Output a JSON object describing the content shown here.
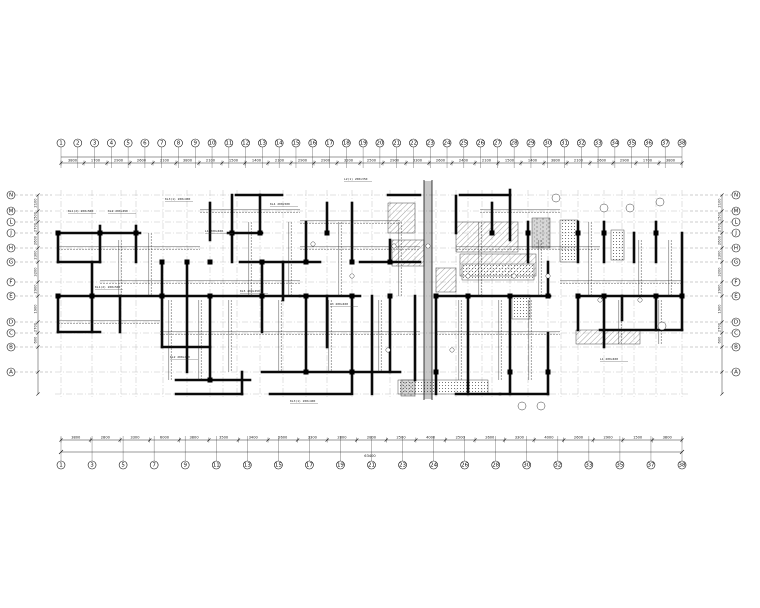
{
  "drawing": {
    "title": "",
    "total_length": "63400"
  },
  "axes_top": [
    "1",
    "2",
    "3",
    "4",
    "5",
    "6",
    "7",
    "8",
    "9",
    "10",
    "11",
    "12",
    "13",
    "14",
    "15",
    "16",
    "17",
    "18",
    "19",
    "20",
    "21",
    "22",
    "23",
    "24",
    "25",
    "26",
    "27",
    "28",
    "29",
    "30",
    "31",
    "32",
    "33",
    "34",
    "35",
    "36",
    "37",
    "38"
  ],
  "axes_bottom": [
    "1",
    "3",
    "5",
    "7",
    "9",
    "11",
    "13",
    "15",
    "17",
    "19",
    "21",
    "23",
    "24",
    "26",
    "28",
    "30",
    "32",
    "33",
    "35",
    "37",
    "38"
  ],
  "axes_side": [
    "N",
    "M",
    "L",
    "J",
    "H",
    "G",
    "F",
    "E",
    "D",
    "C",
    "B",
    "A"
  ],
  "dims_top": [
    "3800",
    "1700",
    "2900",
    "2600",
    "2100",
    "3800",
    "2100",
    "1500",
    "1400",
    "2100",
    "2900",
    "2900",
    "3200",
    "2500",
    "2900",
    "3300",
    "2600",
    "2400",
    "2100",
    "1500",
    "1400",
    "3800",
    "2100",
    "2600",
    "2900",
    "1700",
    "3800"
  ],
  "dims_bottom": [
    "3800",
    "2800",
    "3300",
    "6000",
    "3800",
    "3500",
    "3400",
    "2600",
    "3300",
    "2800",
    "2800",
    "2500",
    "4000",
    "2500",
    "2600",
    "3300",
    "4000",
    "2600",
    "2900",
    "1500",
    "3800"
  ],
  "dims_left": [
    "2100",
    "1500",
    "2700",
    "2600",
    "2300",
    "3200",
    "2900",
    "1900",
    "2700",
    "600"
  ],
  "dims_right": [
    "2100",
    "1500",
    "2700",
    "2600",
    "2300",
    "3200",
    "2900",
    "1900",
    "2700",
    "600"
  ],
  "annotations": [
    "KL1(2) 200x500",
    "KL2 200x450",
    "KL3(1) 200x400",
    "L1 200x400",
    "KL4 200x500",
    "L2(1) 200x350",
    "KL5 200x450",
    "L3 200x400"
  ]
}
